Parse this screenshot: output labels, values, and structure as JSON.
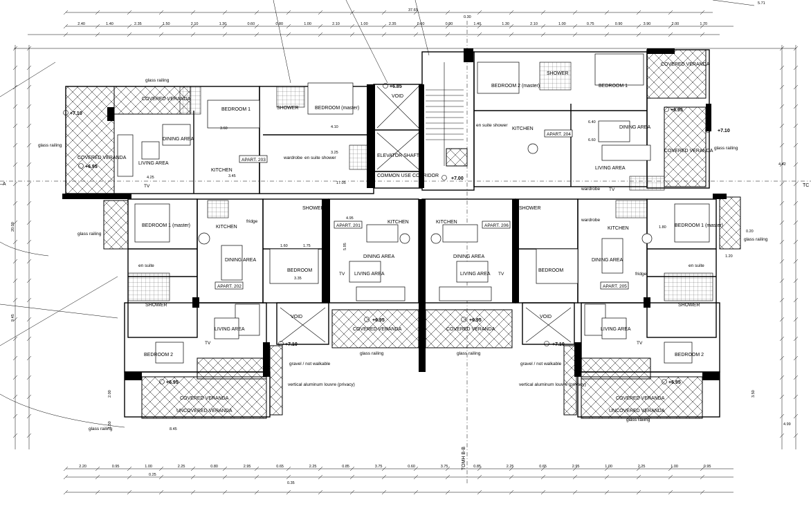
{
  "labels": {
    "glass_railing": "glass railing",
    "covered_veranda": "COVERED VERANDA",
    "uncovered_veranda": "UNCOVERED VERANDA",
    "bedroom_1": "BEDROOM 1",
    "bedroom_1_master": "BEDROOM 1 (master)",
    "bedroom_2": "BEDROOM 2",
    "bedroom_2_master": "BEDROOM 2 (master)",
    "bedroom_master": "BEDROOM (master)",
    "bedroom": "BEDROOM",
    "dining_area": "DINING AREA",
    "living_area": "LIVING AREA",
    "kitchen": "KITCHEN",
    "shower": "SHOWER",
    "en_suite": "en suite",
    "en_suite_shower": "en suite shower",
    "wardrobe": "wardrobe",
    "tv": "TV",
    "void": "VOID",
    "elevator_shaft": "ELEVATOR SHAFT",
    "common_use_corridor": "COMMON USE CORRIDOR",
    "fridge": "fridge",
    "gravel": "gravel / not walkable",
    "louvre": "vertical aluminum louvre (privacy)",
    "tomh": "TOMH B-B",
    "section_a": "–A",
    "section_tc": "TC"
  },
  "apartments": [
    "APART. 201",
    "APART. 202",
    "APART. 203",
    "APART. 204",
    "APART. 205",
    "APART. 206"
  ],
  "levels": [
    "+7.10",
    "+6.85",
    "+6.95",
    "+7.00",
    "+6.95",
    "+6.95",
    "+7.10",
    "+6.95",
    "+7.10",
    "+7.10",
    "+6.95",
    "+6.95"
  ],
  "dims_top": [
    "2.40",
    "1.40",
    "2.35",
    "1.50",
    "2.10",
    "1.30",
    "0.60",
    "0.80",
    "1.00",
    "2.10",
    "1.00",
    "2.35",
    "0.60",
    "0.80",
    "1.40",
    "1.30",
    "2.10",
    "1.00",
    "0.75",
    "0.90",
    "3.90",
    "2.00",
    "1.70"
  ],
  "dims_bottom": [
    "2.20",
    "0.95",
    "1.00",
    "2.25",
    "0.80",
    "2.95",
    "0.65",
    "2.25",
    "0.85",
    "3.75",
    "0.60",
    "3.75",
    "0.85",
    "2.25",
    "0.65",
    "2.95",
    "1.00",
    "2.25",
    "1.00",
    "0.95"
  ],
  "dims_misc": [
    "37.65",
    "0.30",
    "5.71",
    "0.25",
    "0.35",
    "4.42",
    "4.99",
    "9.45",
    "20.00",
    "8.45",
    "3.50",
    "2.00",
    "1.50",
    "1.80",
    "0.20",
    "1.20",
    "4.95",
    "5.95",
    "3.35",
    "1.75",
    "1.60",
    "4.10",
    "3.25",
    "3.60",
    "6.60",
    "6.40",
    "4.25",
    "3.45",
    "17.05"
  ]
}
